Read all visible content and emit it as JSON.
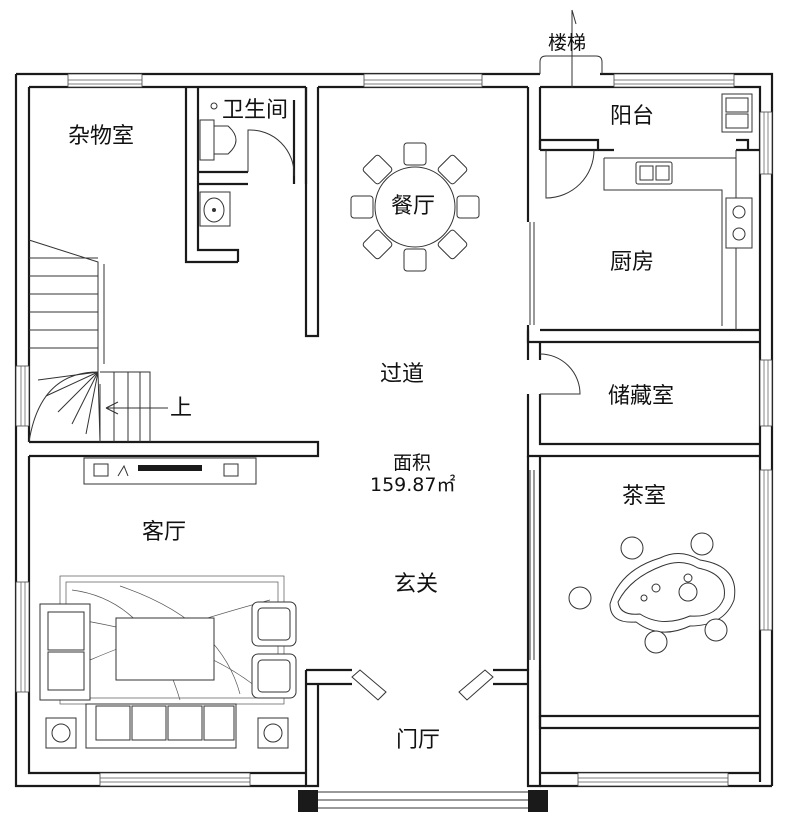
{
  "rooms": {
    "stairs_label": "楼梯",
    "storage": "杂物室",
    "bathroom": "卫生间",
    "dining": "餐厅",
    "balcony": "阳台",
    "kitchen": "厨房",
    "corridor": "过道",
    "up": "上",
    "pantry": "储藏室",
    "area_label": "面积",
    "area_value": "159.87㎡",
    "living": "客厅",
    "tea": "茶室",
    "foyer": "玄关",
    "entry_hall": "门厅"
  },
  "icons": {
    "line_color": "#1a1a1a",
    "furniture_color": "#333333"
  }
}
